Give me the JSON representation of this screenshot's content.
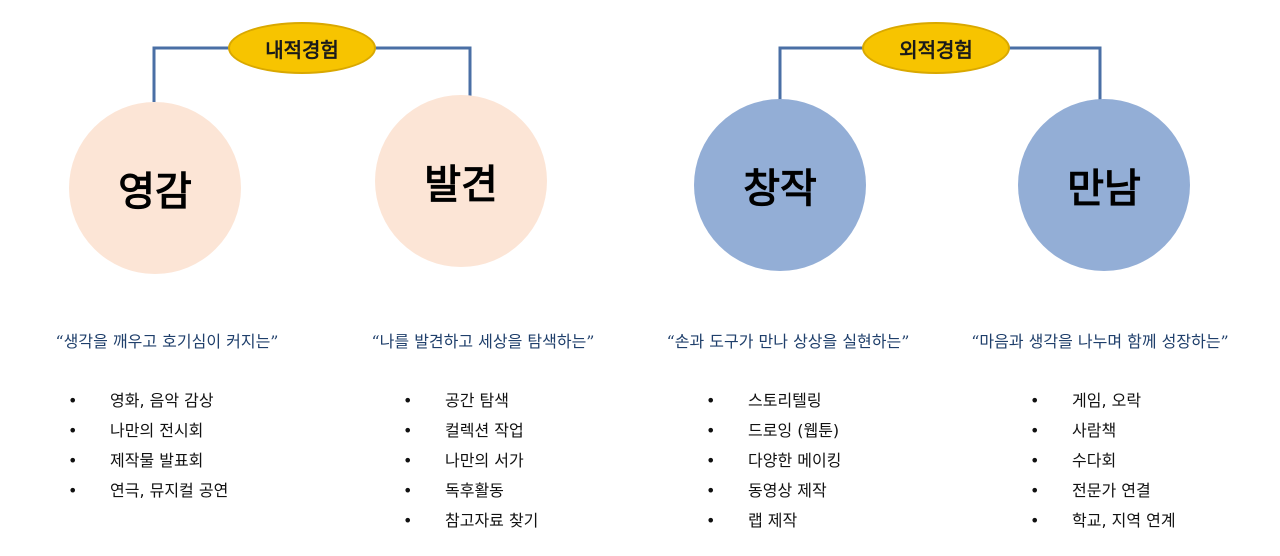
{
  "groups": [
    {
      "label": "내적경험",
      "items": [
        {
          "title": "영감",
          "quote": "“생각을 깨우고 호기심이 커지는”",
          "bullets": [
            "영화, 음악 감상",
            "나만의 전시회",
            "제작물 발표회",
            "연극, 뮤지컬 공연"
          ]
        },
        {
          "title": "발견",
          "quote": "“나를 발견하고 세상을 탐색하는”",
          "bullets": [
            "공간 탐색",
            "컬렉션 작업",
            "나만의 서가",
            "독후활동",
            "참고자료 찾기"
          ]
        }
      ]
    },
    {
      "label": "외적경험",
      "items": [
        {
          "title": "창작",
          "quote": "“손과 도구가 만나 상상을 실현하는”",
          "bullets": [
            "스토리텔링",
            "드로잉 (웹툰)",
            "다양한 메이킹",
            "동영상 제작",
            "랩 제작"
          ]
        },
        {
          "title": "만남",
          "quote": "“마음과 생각을 나누며 함께 성장하는”",
          "bullets": [
            "게임, 오락",
            "사람책",
            "수다회",
            "전문가 연결",
            "학교, 지역 연계"
          ]
        }
      ]
    }
  ],
  "colors": {
    "inner_circle": "#fce5d6",
    "outer_circle": "#93aed6",
    "pill": "#f7c400",
    "connector": "#4a6fa5"
  }
}
